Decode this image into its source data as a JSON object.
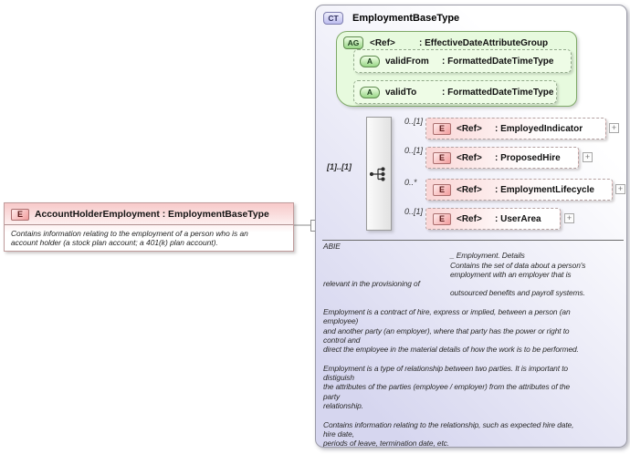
{
  "palette": {
    "element_pink": "#f29c9c",
    "attribute_green": "#98d686",
    "complextype_lavender": "#bdbdee",
    "container_background": "#d6d6ef"
  },
  "source_element": {
    "badge": "E",
    "title": "AccountHolderEmployment : EmploymentBaseType",
    "description_lines": [
      "Contains information relating to the employment of a person who is an",
      "account holder (a stock plan account; a 401(k) plan account)."
    ],
    "collapse_label": "-"
  },
  "complex_type": {
    "badge": "CT",
    "title": "EmploymentBaseType",
    "attribute_group": {
      "badge": "AG",
      "ref": "<Ref>",
      "type": ": EffectiveDateAttributeGroup",
      "attributes": [
        {
          "badge": "A",
          "name": "validFrom",
          "type": ": FormattedDateTimeType"
        },
        {
          "badge": "A",
          "name": "validTo",
          "type": ": FormattedDateTimeType"
        }
      ]
    },
    "compositor": {
      "occurrence": "[1]..[1]",
      "icon": "sequence-icon"
    },
    "elements": [
      {
        "badge": "E",
        "ref": "<Ref>",
        "type": ": EmployedIndicator",
        "occurrence": "0..[1]",
        "expand": "+"
      },
      {
        "badge": "E",
        "ref": "<Ref>",
        "type": ": ProposedHire",
        "occurrence": "0..[1]",
        "expand": "+"
      },
      {
        "badge": "E",
        "ref": "<Ref>",
        "type": ": EmploymentLifecycle",
        "occurrence": "0..*",
        "expand": "+"
      },
      {
        "badge": "E",
        "ref": "<Ref>",
        "type": ": UserArea",
        "occurrence": "0..[1]",
        "expand": "+"
      }
    ],
    "documentation": {
      "lines": [
        {
          "text": "ABIE"
        },
        {
          "text": "_ Employment. Details"
        },
        {
          "text": "Contains the set of data about a person's"
        },
        {
          "text": "employment with an employer that is"
        },
        {
          "text": "relevant in the provisioning of"
        },
        {
          "text": "outsourced benefits and payroll systems."
        },
        {
          "text": ""
        },
        {
          "text": "Employment is a contract of hire, express or implied, between a person (an"
        },
        {
          "text": "employee)"
        },
        {
          "text": "and another party (an employer), where that party has the power or right to"
        },
        {
          "text": "control and"
        },
        {
          "text": "direct the employee in the material details of how the work is to be performed."
        },
        {
          "text": ""
        },
        {
          "text": "Employment is a type of relationship between two parties. It is important to"
        },
        {
          "text": "distiguish"
        },
        {
          "text": "the attributes of the parties (employee / employer) from the attributes of the"
        },
        {
          "text": "party"
        },
        {
          "text": "relationship."
        },
        {
          "text": ""
        },
        {
          "text": "Contains information relating to the relationship, such as expected hire date,"
        },
        {
          "text": "hire date,"
        },
        {
          "text": "periods of leave, termination date, etc."
        }
      ]
    }
  }
}
